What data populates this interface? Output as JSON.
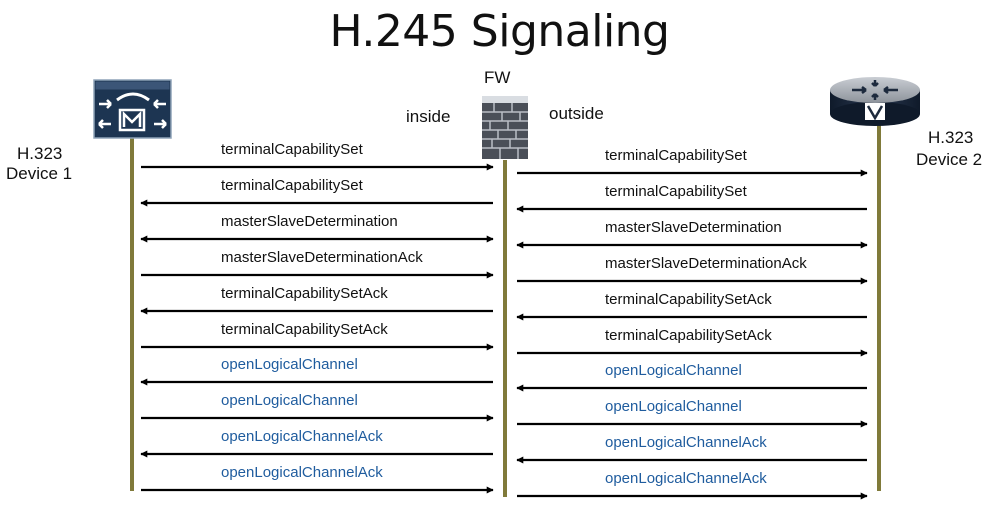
{
  "diagram": {
    "title": "H.245 Signaling",
    "firewall_label": "FW",
    "inside_label": "inside",
    "outside_label": "outside",
    "device1": {
      "line1": "H.323",
      "line2": "Device 1",
      "icon": "mcu-icon"
    },
    "device2": {
      "line1": "H.323",
      "line2": "Device 2",
      "icon": "router-icon"
    },
    "firewall_icon": "firewall-icon",
    "colors": {
      "lifeline": "#807a3a",
      "arrow": "#000000",
      "text": "#111111",
      "channel_text": "#1f5c9e",
      "icon_fill": "#1d3552"
    },
    "left_messages": [
      {
        "label": "terminalCapabilitySet",
        "direction": "right",
        "channel": false
      },
      {
        "label": "terminalCapabilitySet",
        "direction": "left",
        "channel": false
      },
      {
        "label": "masterSlaveDetermination",
        "direction": "both",
        "channel": false
      },
      {
        "label": "masterSlaveDeterminationAck",
        "direction": "right",
        "channel": false
      },
      {
        "label": "terminalCapabilitySetAck",
        "direction": "left",
        "channel": false
      },
      {
        "label": "terminalCapabilitySetAck",
        "direction": "right",
        "channel": false
      },
      {
        "label": "openLogicalChannel",
        "direction": "left",
        "channel": true
      },
      {
        "label": "openLogicalChannel",
        "direction": "right",
        "channel": true
      },
      {
        "label": "openLogicalChannelAck",
        "direction": "left",
        "channel": true
      },
      {
        "label": "openLogicalChannelAck",
        "direction": "right",
        "channel": true
      }
    ],
    "right_messages": [
      {
        "label": "terminalCapabilitySet",
        "direction": "right",
        "channel": false
      },
      {
        "label": "terminalCapabilitySet",
        "direction": "left",
        "channel": false
      },
      {
        "label": "masterSlaveDetermination",
        "direction": "both",
        "channel": false
      },
      {
        "label": "masterSlaveDeterminationAck",
        "direction": "right",
        "channel": false
      },
      {
        "label": "terminalCapabilitySetAck",
        "direction": "left",
        "channel": false
      },
      {
        "label": "terminalCapabilitySetAck",
        "direction": "right",
        "channel": false
      },
      {
        "label": "openLogicalChannel",
        "direction": "left",
        "channel": true
      },
      {
        "label": "openLogicalChannel",
        "direction": "right",
        "channel": true
      },
      {
        "label": "openLogicalChannelAck",
        "direction": "left",
        "channel": true
      },
      {
        "label": "openLogicalChannelAck",
        "direction": "right",
        "channel": true
      }
    ]
  }
}
